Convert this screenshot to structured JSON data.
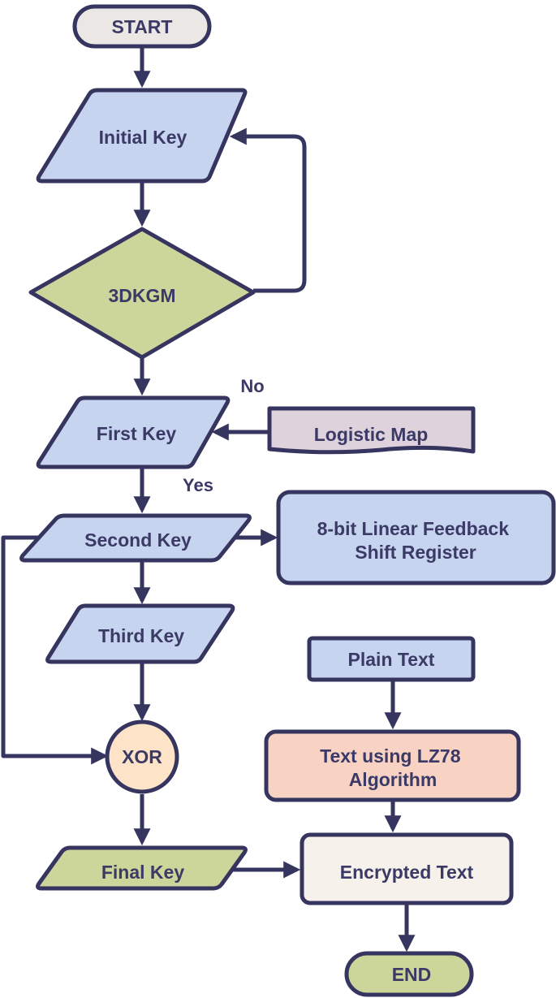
{
  "nodes": {
    "start": "START",
    "initial_key": "Initial Key",
    "kgm": "3DKGM",
    "first_key": "First Key",
    "logistic_map": "Logistic Map",
    "second_key": "Second Key",
    "lfsr_line1": "8-bit Linear Feedback",
    "lfsr_line2": "Shift Register",
    "third_key": "Third Key",
    "xor": "XOR",
    "final_key": "Final Key",
    "plain_text": "Plain Text",
    "lz78_line1": "Text using LZ78",
    "lz78_line2": "Algorithm",
    "encrypted_text": "Encrypted Text",
    "end": "END"
  },
  "edge_labels": {
    "no": "No",
    "yes": "Yes"
  },
  "colors": {
    "stroke": "#36355f",
    "text": "#3b3a66",
    "blue_fill": "#c6d4ef",
    "green_fill": "#ccd69b",
    "start_fill": "#ebe7e4",
    "wave_fill": "#ded2dd",
    "xor_fill": "#fde4c8",
    "lz78_fill": "#f8d2c3",
    "encrypted_fill": "#f6f1ea"
  }
}
